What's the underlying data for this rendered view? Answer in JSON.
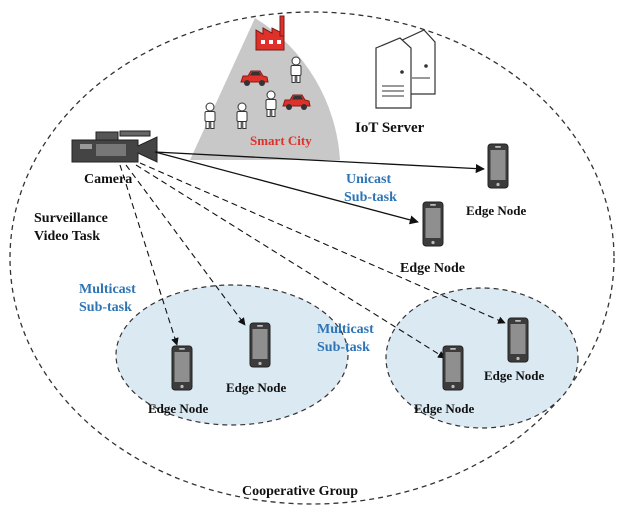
{
  "labels": {
    "smart_city": "Smart City",
    "iot_server": "IoT Server",
    "camera": "Camera",
    "unicast_1": "Unicast",
    "unicast_2": "Sub-task",
    "edge_node": "Edge Node",
    "surveillance_1": "Surveillance",
    "surveillance_2": "Video Task",
    "multicast_1": "Multicast",
    "multicast_2": "Sub-task",
    "cooperative_group": "Cooperative Group"
  },
  "colors": {
    "sector_fill": "#c8c8c8",
    "group_fill": "#dbe9f3",
    "text_black": "#111111",
    "text_blue": "#2e74b5",
    "text_red": "#e0302a",
    "phone_gray": "#5a5a5a",
    "car_red": "#e0302a"
  }
}
